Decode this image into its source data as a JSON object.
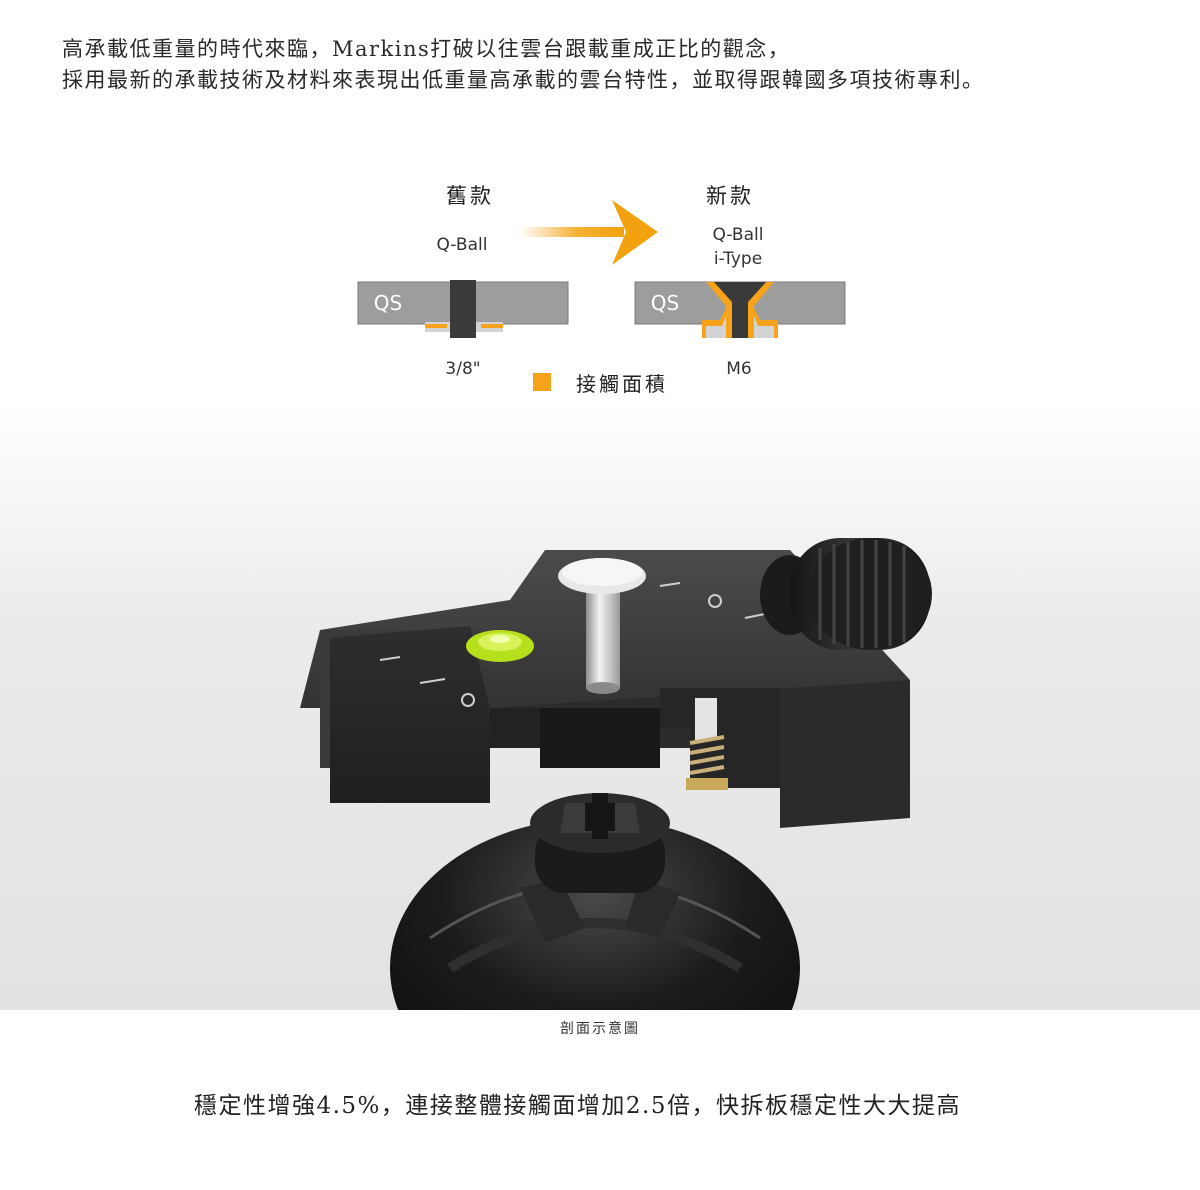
{
  "intro": {
    "line1": "高承載低重量的時代來臨，Markins打破以往雲台跟載重成正比的觀念，",
    "line2": "採用最新的承載技術及材料來表現出低重量高承載的雲台特性，並取得跟韓國多項技術專利。"
  },
  "diagram": {
    "old_title": "舊款",
    "new_title": "新款",
    "old_model": "Q-Ball",
    "new_model_line1": "Q-Ball",
    "new_model_line2": "i-Type",
    "qs_label_left": "QS",
    "qs_label_right": "QS",
    "old_screw": "3/8\"",
    "new_screw": "M6",
    "legend_label": "接觸面積",
    "colors": {
      "contact": "#f7a21b",
      "plate": "#9d9d9d",
      "screw": "#3a3a3a",
      "arrow": "#f3a20f"
    }
  },
  "photo": {
    "caption": "剖面示意圖"
  },
  "summary": "穩定性增強4.5%，連接整體接觸面增加2.5倍，快拆板穩定性大大提高"
}
